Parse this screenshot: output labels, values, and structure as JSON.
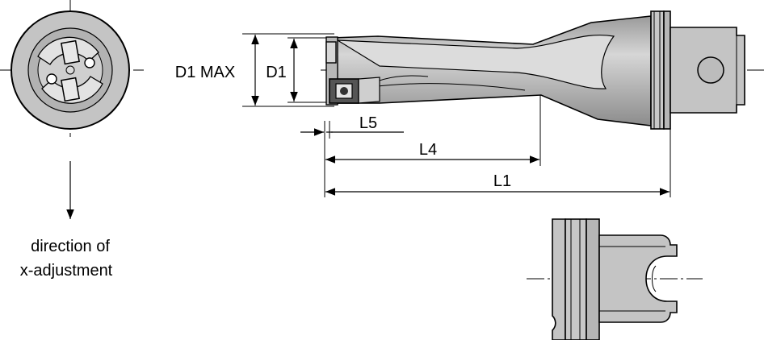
{
  "dimensions": {
    "d1_max": "D1 MAX",
    "d1": "D1",
    "l5": "L5",
    "l4": "L4",
    "l1": "L1"
  },
  "note": {
    "line1": "direction of",
    "line2": "x-adjustment"
  },
  "colors": {
    "part_fill": "#c4c4c4",
    "part_dark": "#8a8a8a",
    "outline": "#000000",
    "background": "#ffffff"
  }
}
